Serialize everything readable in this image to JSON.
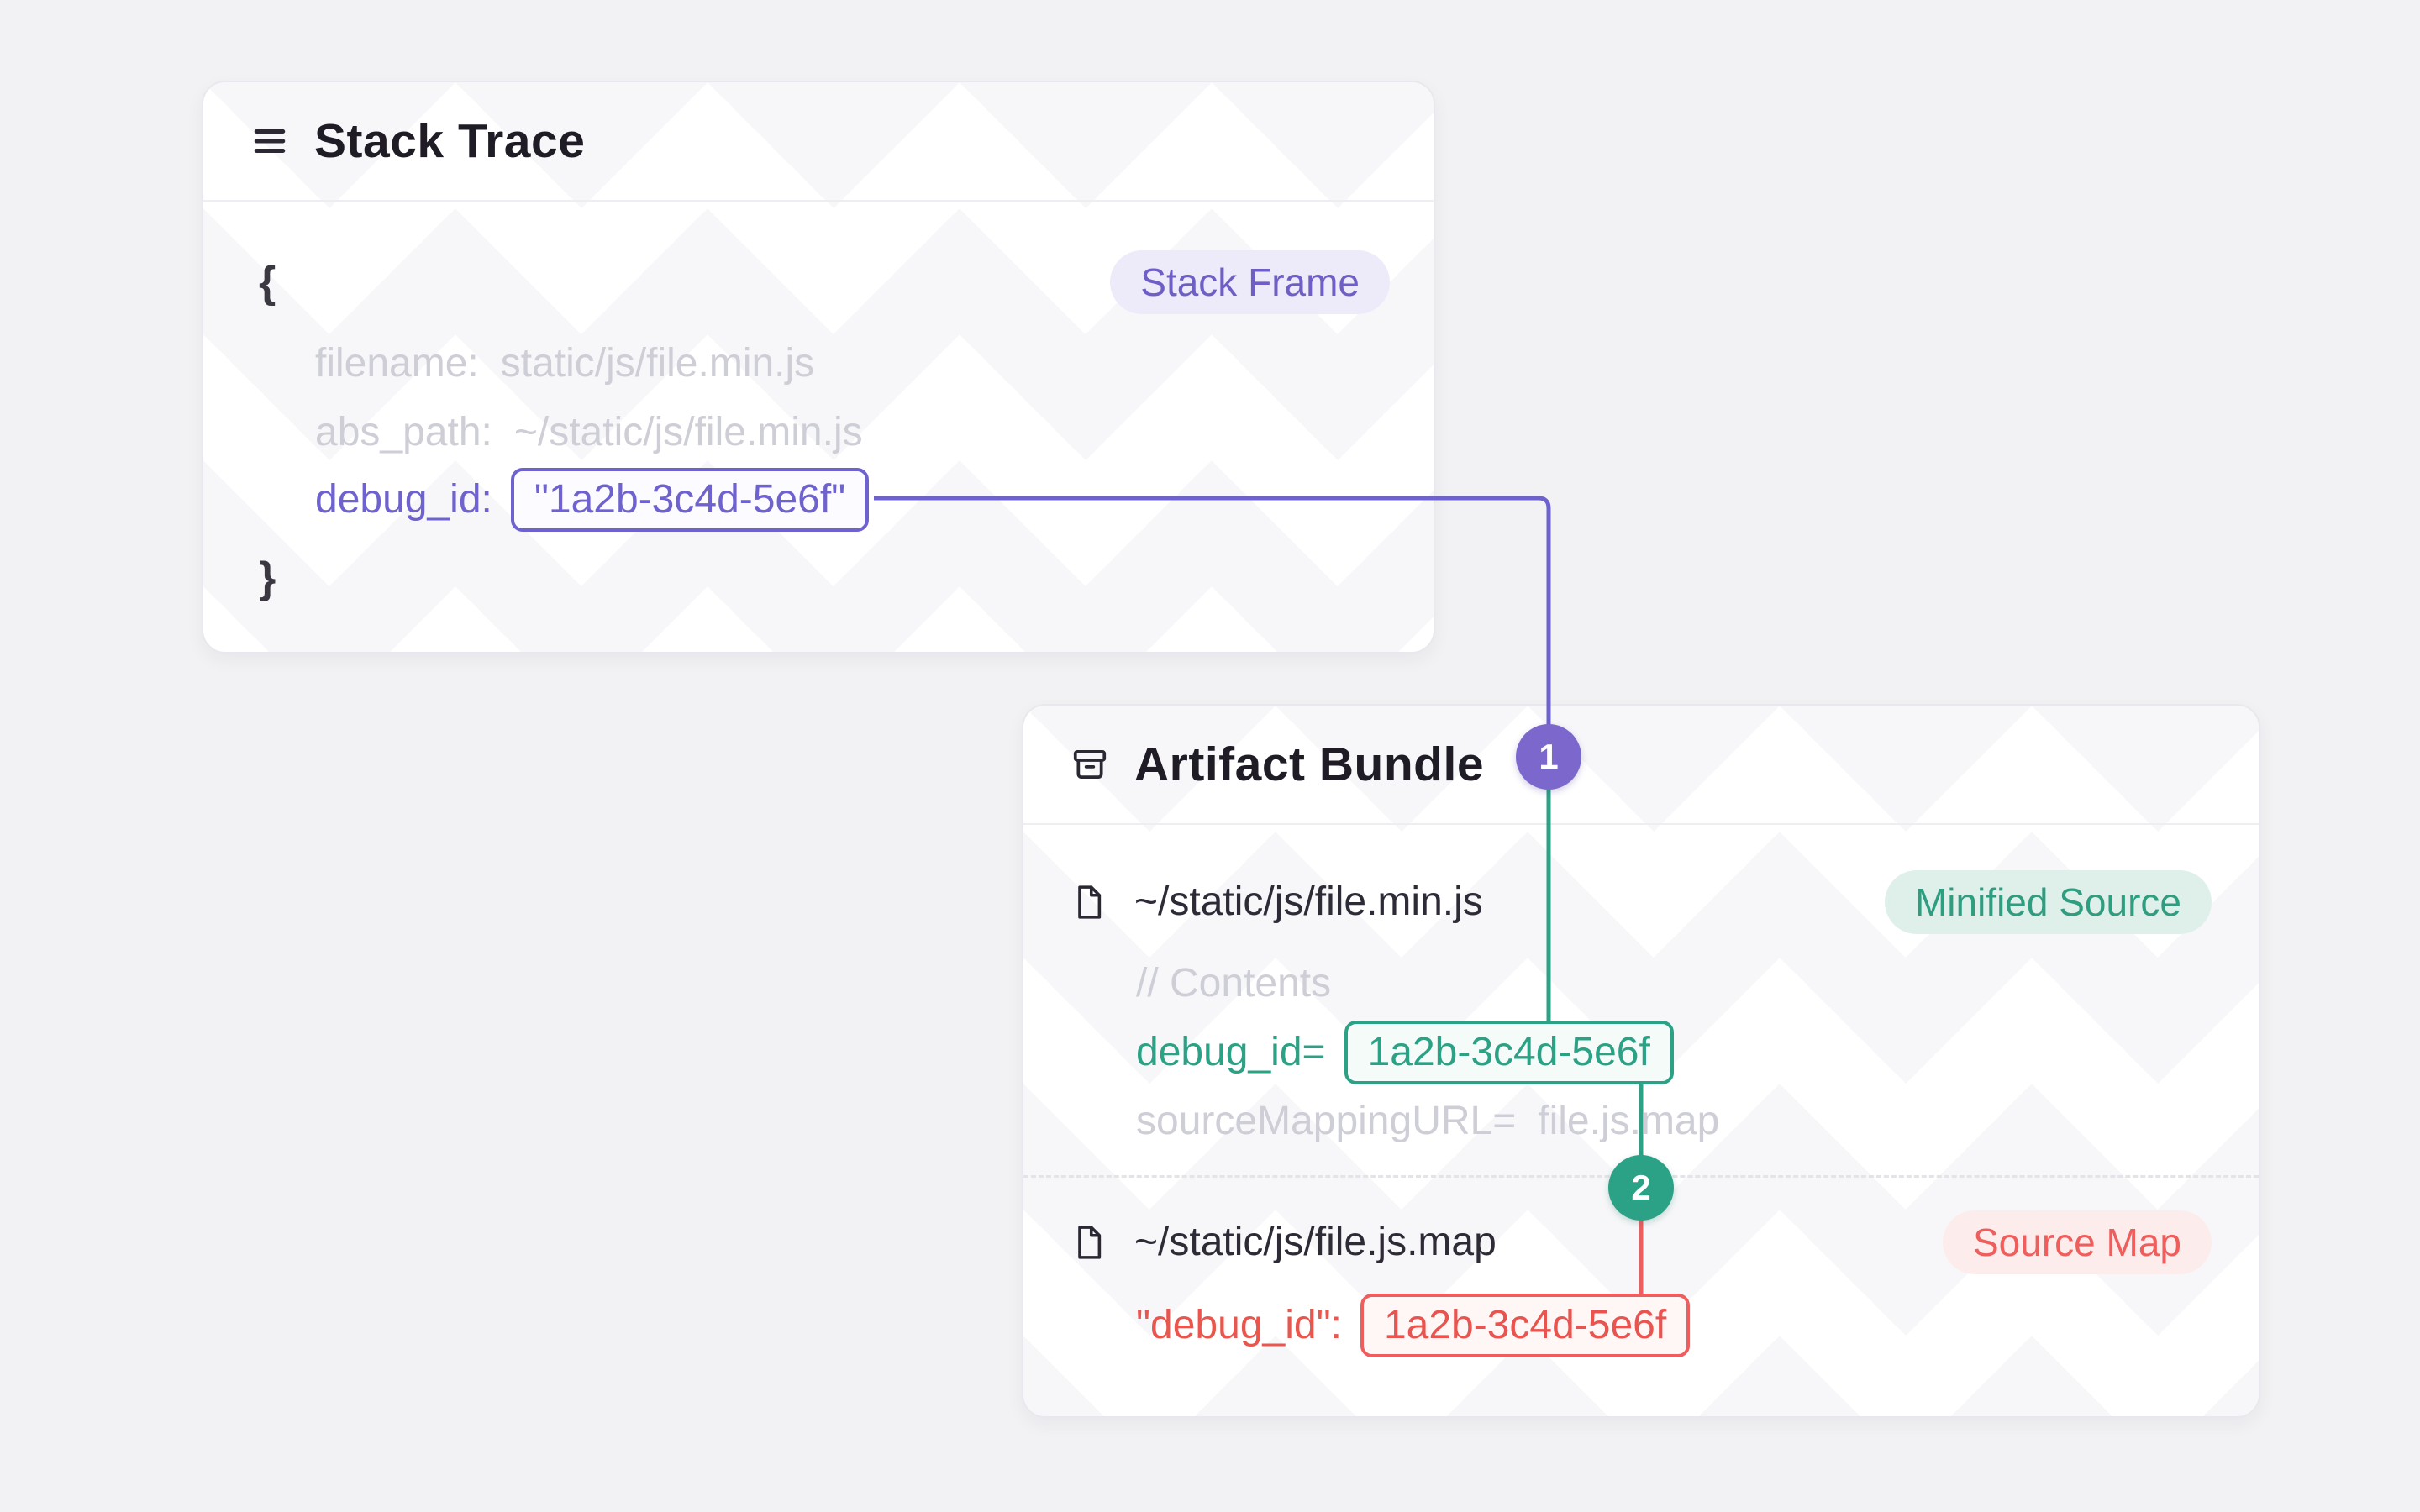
{
  "colors": {
    "page_background": "#f2f2f4",
    "card_background": "#ffffff",
    "purple_accent": "#6e62cf",
    "teal_accent": "#2ba185",
    "red_accent": "#ee5e5e",
    "muted_text": "#cdced6",
    "dark_text": "#2b2733"
  },
  "stack_trace_card": {
    "title": "Stack Trace",
    "stack_frame_badge": "Stack Frame",
    "open_brace": "{",
    "close_brace": "}",
    "filename_key": "filename:",
    "filename_value": "static/js/file.min.js",
    "abs_path_key": "abs_path:",
    "abs_path_value": "~/static/js/file.min.js",
    "debug_id_key": "debug_id:",
    "debug_id_value": "\"1a2b-3c4d-5e6f\""
  },
  "artifact_bundle_card": {
    "title": "Artifact Bundle",
    "minified_source": {
      "path": "~/static/js/file.min.js",
      "badge": "Minified Source",
      "comment": "// Contents",
      "debug_id_key": "debug_id=",
      "debug_id_value": "1a2b-3c4d-5e6f",
      "source_mapping_url_key": "sourceMappingURL=",
      "source_mapping_url_value": "file.js.map"
    },
    "source_map": {
      "path": "~/static/js/file.js.map",
      "badge": "Source Map",
      "debug_id_key": "\"debug_id\":",
      "debug_id_value": "1a2b-3c4d-5e6f"
    }
  },
  "connectors": {
    "step_1_label": "1",
    "step_2_label": "2"
  }
}
